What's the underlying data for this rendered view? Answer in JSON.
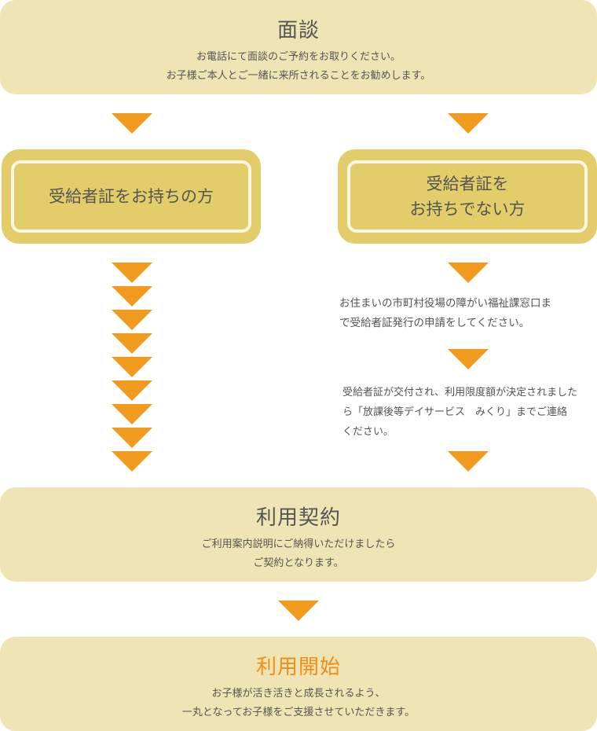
{
  "interview": {
    "title": "面談",
    "lines": [
      "お電話にて面談のご予約をお取りください。",
      "お子様ご本人とご一緒に来所されることをお勧めします。"
    ]
  },
  "left_box": {
    "label": "受給者証をお持ちの方"
  },
  "right_box": {
    "lines": [
      "受給者証を",
      "お持ちでない方"
    ]
  },
  "right_steps": [
    {
      "lines": [
        "お住まいの市町村役場の障がい福祉課窓口ま",
        "で受給者証発行の申請をしてください。"
      ]
    },
    {
      "lines": [
        "受給者証が交付され、利用限度額が決定されました",
        "ら「放課後等デイサービス　みくり」までご連絡",
        "ください。"
      ]
    }
  ],
  "contract": {
    "title": "利用契約",
    "lines": [
      "ご利用案内説明にご納得いただけましたら",
      "ご契約となります。"
    ]
  },
  "start": {
    "title": "利用開始",
    "lines": [
      "お子様が活き活きと成長されるよう、",
      "一丸となってお子様をご支援させていただきます。"
    ]
  },
  "colors": {
    "arrow": "#f09a1e",
    "start_title": "#ef8f1a",
    "panel": "#efe4b4",
    "card": "#e2cd6a"
  }
}
